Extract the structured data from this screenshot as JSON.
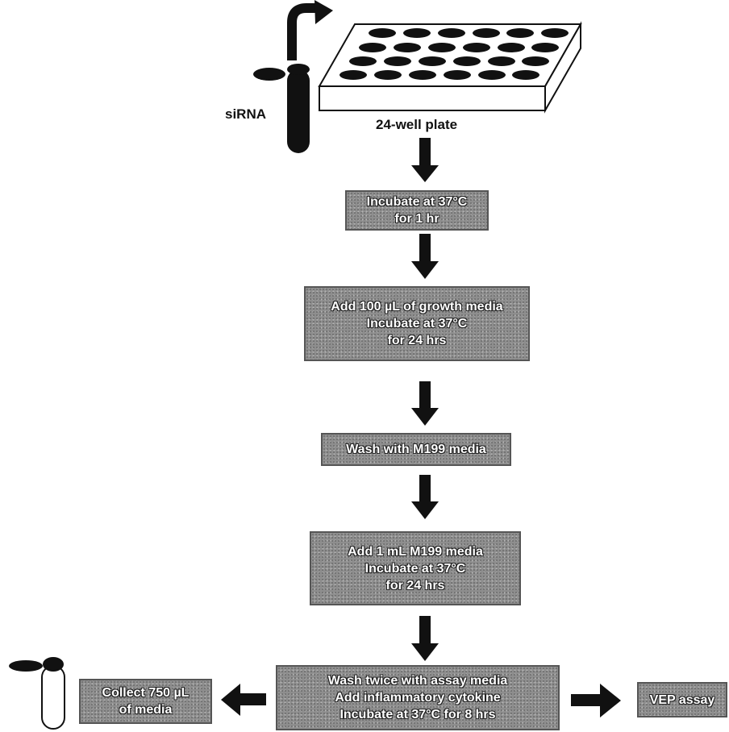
{
  "labels": {
    "sirna": "siRNA",
    "plate": "24-well plate"
  },
  "steps": {
    "step1": [
      "Incubate at 37°C",
      "for 1 hr"
    ],
    "step2": [
      "Add 100 µL of growth media",
      "Incubate at 37°C",
      "for 24 hrs"
    ],
    "step3": [
      "Wash with M199 media"
    ],
    "step4": [
      "Add 1 mL M199 media",
      "Incubate at 37°C",
      "for 24 hrs"
    ],
    "step5": [
      "Wash twice with assay media",
      "Add inflammatory cytokine",
      "Incubate at 37°C for 8 hrs"
    ],
    "left": [
      "Collect 750 µL",
      "of media"
    ],
    "right": [
      "VEP assay"
    ]
  },
  "colors": {
    "box_fill": "#8e8e8e",
    "ink": "#111111"
  }
}
